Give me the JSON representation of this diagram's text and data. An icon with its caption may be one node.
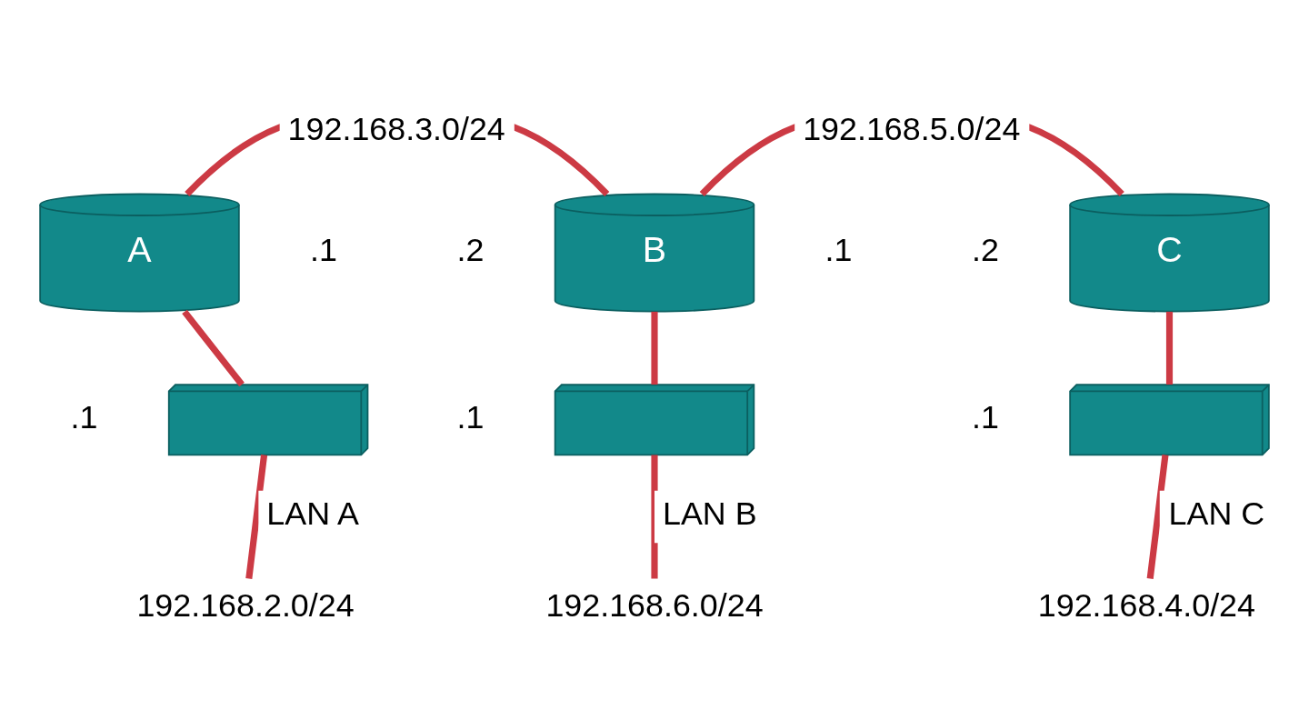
{
  "diagram": {
    "nodes": [
      {
        "text": [
          "A"
        ]
      },
      {
        "text": [
          "B"
        ]
      },
      {
        "text": [
          "C"
        ]
      },
      {
        "text": [],
        "shape": "box"
      },
      {
        "text": [],
        "shape": "box"
      },
      {
        "text": [],
        "shape": "box"
      },
      {
        "text": [
          "192.168.2.0/24"
        ]
      },
      {
        "text": [
          "192.168.6.0/24"
        ]
      },
      {
        "text": [
          "192.168.4.0/24"
        ]
      }
    ],
    "edges": [
      {
        "from": 0,
        "to": 1,
        "arrow": "none",
        "label": "192.168.3.0/24"
      },
      {
        "from": 1,
        "to": 2,
        "arrow": "none",
        "label": "192.168.5.0/24"
      },
      {
        "from": 0,
        "to": 3,
        "arrow": "none"
      },
      {
        "from": 1,
        "to": 4,
        "arrow": "none"
      },
      {
        "from": 2,
        "to": 5,
        "arrow": "none"
      },
      {
        "from": 3,
        "to": 6,
        "arrow": "none",
        "label": "LAN A"
      },
      {
        "from": 4,
        "to": 7,
        "arrow": "none",
        "label": "LAN B"
      },
      {
        "from": 5,
        "to": 8,
        "arrow": "none",
        "label": "LAN C"
      }
    ],
    "labels": [
      ".1",
      ".2",
      ".1",
      ".2",
      ".1",
      ".1",
      ".1"
    ]
  }
}
